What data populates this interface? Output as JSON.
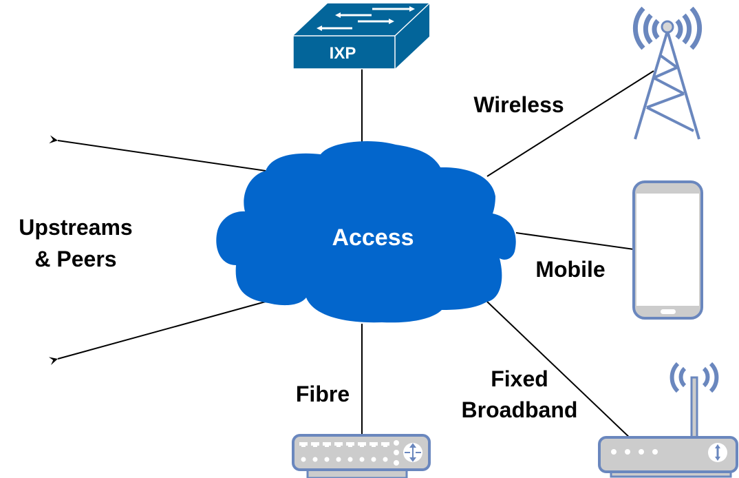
{
  "diagram": {
    "center": {
      "label": "Access",
      "color": "#0366CC"
    },
    "nodes": {
      "ixp": {
        "label": "IXP",
        "color": "#03659A"
      },
      "wireless": {
        "label": "Wireless",
        "icon": "radio-tower-icon"
      },
      "mobile": {
        "label": "Mobile",
        "icon": "smartphone-icon"
      },
      "fixed_broadband": {
        "label_line1": "Fixed",
        "label_line2": "Broadband",
        "icon": "wifi-router-icon"
      },
      "fibre": {
        "label": "Fibre",
        "icon": "network-switch-icon"
      },
      "upstreams": {
        "label_line1": "Upstreams",
        "label_line2": "& Peers"
      }
    },
    "device_stroke_color": "#6A87BE",
    "device_fill_color": "#CCCCCC"
  }
}
